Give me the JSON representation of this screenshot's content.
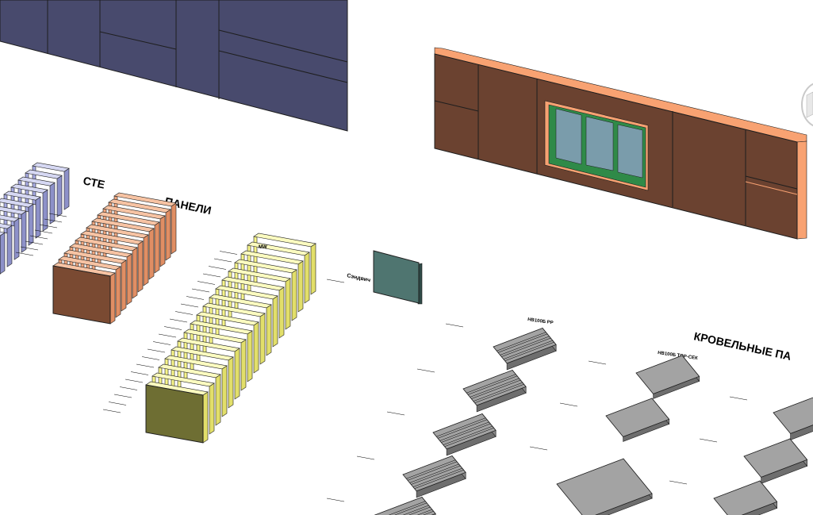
{
  "viewport": {
    "background": "#ffffff",
    "edge_color": "#1e1e1e"
  },
  "labels": {
    "wall_panels_title_left": "СТЕ",
    "wall_panels_title_right": "ПАНЕЛИ",
    "roof_panels_title": "КРОВЕЛЬНЫЕ ПА",
    "sandwich_label": "Сэндвич",
    "roof_tag_1": "НВ100Б РР",
    "roof_tag_2": "НВ100Б ТОР-СЕК",
    "mw_tag": "MW"
  },
  "colors": {
    "navy_wall": "#484a6d",
    "brown_wall": "#6b4230",
    "wall_edge_orange": "#f8a272",
    "window_frame": "#2f8a48",
    "glass": "#7a9cab",
    "copper_panel": "#f0a67e",
    "copper_dark": "#7a4a32",
    "yellow_panel": "#f7f58a",
    "yellow_dark": "#6e6e33",
    "lavender_panel": "#a7abe3",
    "teal_panel": "#4f7570",
    "grey_roof": "#a3a3a3"
  },
  "view_cube": {
    "icon": "view-cube-icon"
  }
}
